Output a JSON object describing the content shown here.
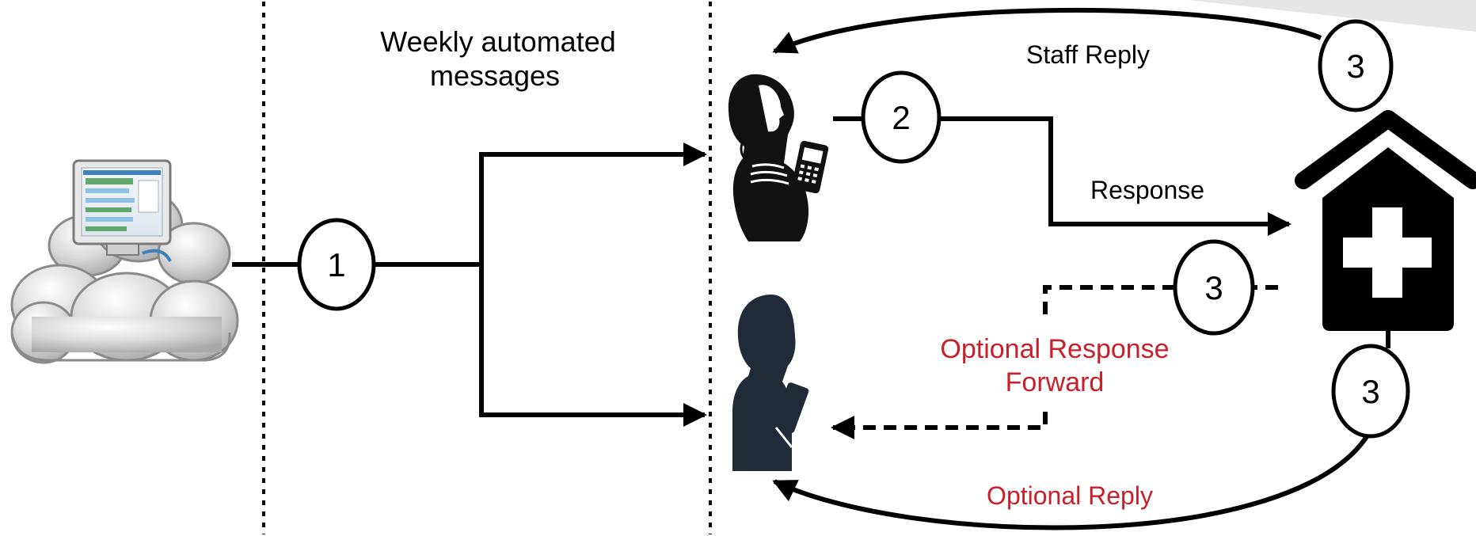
{
  "labels": {
    "weekly_line1": "Weekly automated",
    "weekly_line2": "messages",
    "staff_reply": "Staff Reply",
    "response": "Response",
    "optional_forward_line1": "Optional Response",
    "optional_forward_line2": "Forward",
    "optional_reply": "Optional Reply"
  },
  "steps": {
    "step1": "1",
    "step2": "2",
    "step3_top": "3",
    "step3_middle": "3",
    "step3_bottom": "3"
  },
  "colors": {
    "line": "#000000",
    "optional_text": "#c8202a",
    "partner_figure": "#1f2b38",
    "clinic": "#000000"
  },
  "icons": {
    "server": "cloud-server-icon",
    "pregnant_woman": "pregnant-woman-phone-icon",
    "partner": "partner-phone-icon",
    "clinic": "health-clinic-icon"
  }
}
